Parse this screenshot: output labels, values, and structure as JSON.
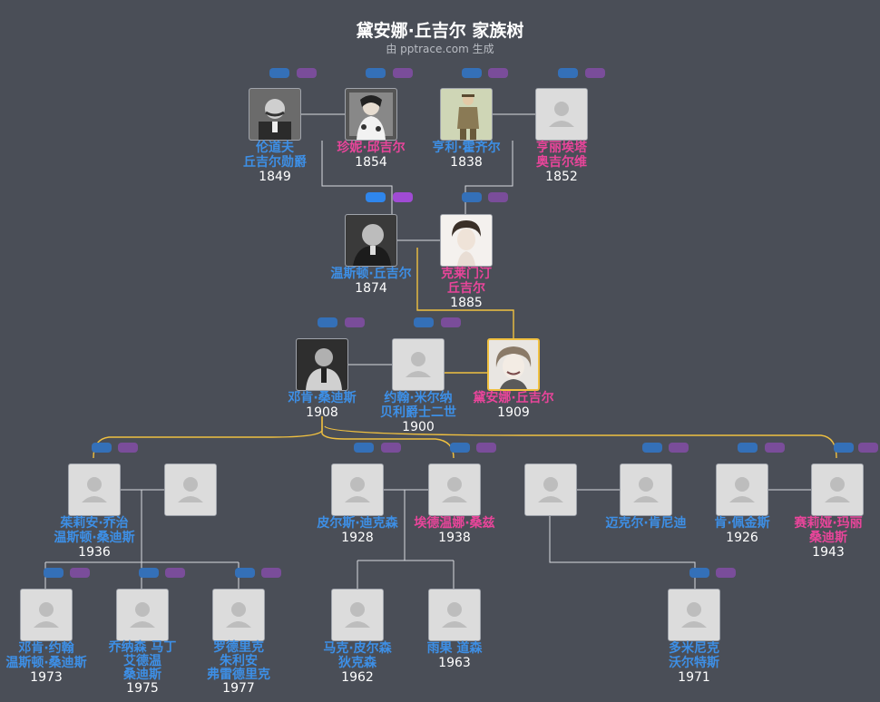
{
  "title": "黛安娜·丘吉尔 家族树",
  "subtitle": "由 pptrace.com 生成",
  "colors": {
    "male": "#3d8fe6",
    "female": "#e8459a",
    "highlight": "#f0c040",
    "line": "#d8dadf"
  },
  "people": {
    "p1": {
      "name1": "伦道夫",
      "name2": "丘吉尔勋爵",
      "year": "1849",
      "gender": "m",
      "photo": "mustache-portrait"
    },
    "p2": {
      "name1": "珍妮·邱吉尔",
      "name2": "",
      "year": "1854",
      "gender": "f",
      "photo": "lady-portrait"
    },
    "p3": {
      "name1": "亨利·霍齐尔",
      "name2": "",
      "year": "1838",
      "gender": "m",
      "photo": "standing-portrait"
    },
    "p4": {
      "name1": "亨丽埃塔",
      "name2": "奥吉尔维",
      "year": "1852",
      "gender": "f",
      "photo": "placeholder"
    },
    "p5": {
      "name1": "温斯顿·丘吉尔",
      "name2": "",
      "year": "1874",
      "gender": "m",
      "photo": "dark-portrait"
    },
    "p6": {
      "name1": "克莱门汀",
      "name2": "丘吉尔",
      "year": "1885",
      "gender": "f",
      "photo": "lady-portrait"
    },
    "p7": {
      "name1": "邓肯·桑迪斯",
      "name2": "",
      "year": "1908",
      "gender": "m",
      "photo": "dark-portrait"
    },
    "p8": {
      "name1": "约翰·米尔纳",
      "name2": "贝利爵士二世",
      "year": "1900",
      "gender": "m",
      "photo": "placeholder"
    },
    "p9": {
      "name1": "黛安娜·丘吉尔",
      "name2": "",
      "year": "1909",
      "gender": "f",
      "photo": "smiling-portrait"
    },
    "c1": {
      "name1": "茱莉安·乔治",
      "name2": "温斯顿·桑迪斯",
      "year": "1936",
      "gender": "m",
      "photo": "placeholder"
    },
    "c2": {
      "name1": "",
      "name2": "",
      "year": "",
      "gender": "m",
      "photo": "placeholder"
    },
    "c3": {
      "name1": "皮尔斯·迪克森",
      "name2": "",
      "year": "1928",
      "gender": "m",
      "photo": "placeholder"
    },
    "c4": {
      "name1": "埃德温娜·桑兹",
      "name2": "",
      "year": "1938",
      "gender": "f",
      "photo": "placeholder"
    },
    "c5": {
      "name1": "",
      "name2": "",
      "year": "",
      "gender": "m",
      "photo": "placeholder"
    },
    "c6": {
      "name1": "迈克尔·肯尼迪",
      "name2": "",
      "year": "",
      "gender": "m",
      "photo": "placeholder"
    },
    "c7": {
      "name1": "肯·佩金斯",
      "name2": "",
      "year": "1926",
      "gender": "m",
      "photo": "placeholder"
    },
    "c8": {
      "name1": "赛莉娅·玛丽",
      "name2": "桑迪斯",
      "year": "1943",
      "gender": "f",
      "photo": "placeholder"
    },
    "g1": {
      "name1": "邓肯·约翰",
      "name2": "温斯顿·桑迪斯",
      "year": "1973",
      "gender": "m",
      "photo": "placeholder"
    },
    "g2": {
      "name1": "乔纳森 马丁",
      "name2": "艾德温",
      "name3": "桑迪斯",
      "year": "1975",
      "gender": "m",
      "photo": "placeholder"
    },
    "g3": {
      "name1": "罗德里克",
      "name2": "朱利安",
      "name3": "弗雷德里克",
      "year": "1977",
      "gender": "m",
      "photo": "placeholder"
    },
    "g4": {
      "name1": "马克·皮尔森",
      "name2": "狄克森",
      "year": "1962",
      "gender": "m",
      "photo": "placeholder"
    },
    "g5": {
      "name1": "雨果 道森",
      "name2": "",
      "year": "1963",
      "gender": "m",
      "photo": "placeholder"
    },
    "g6": {
      "name1": "多米尼克",
      "name2": "沃尔特斯",
      "year": "1971",
      "gender": "m",
      "photo": "placeholder"
    }
  }
}
